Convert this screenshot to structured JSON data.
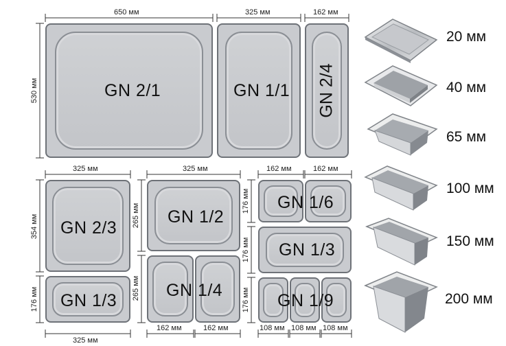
{
  "top_dims": {
    "w650": "650 мм",
    "w325": "325 мм",
    "w162": "162 мм",
    "h530": "530 мм"
  },
  "pans": {
    "gn21": "GN 2/1",
    "gn11": "GN 1/1",
    "gn24": "GN 2/4",
    "gn23": "GN 2/3",
    "gn13a": "GN 1/3",
    "gn12": "GN 1/2",
    "gn14": "GN 1/4",
    "gn16": "GN 1/6",
    "gn13b": "GN 1/3",
    "gn19": "GN 1/9"
  },
  "bottom_dims": {
    "c1_top": "325 мм",
    "c1_bottom": "325 мм",
    "c1_h354": "354 мм",
    "c1_h176": "176 мм",
    "c2_top": "325 мм",
    "c2_h265a": "265 мм",
    "c2_h265b": "265 мм",
    "c2_b162a": "162 мм",
    "c2_b162b": "162 мм",
    "c3_t162a": "162 мм",
    "c3_t162b": "162 мм",
    "c3_h176a": "176 мм",
    "c3_h176b": "176 мм",
    "c3_h176c": "176 мм",
    "c3_b108a": "108 мм",
    "c3_b108b": "108 мм",
    "c3_b108c": "108 мм"
  },
  "depths": [
    "20 мм",
    "40 мм",
    "65 мм",
    "100 мм",
    "150 мм",
    "200 мм"
  ],
  "colors": {
    "pan_fill": "#c9cbcf",
    "pan_border": "#6e7278",
    "steel_light": "#e9eaec",
    "steel_dark": "#8c9096"
  }
}
